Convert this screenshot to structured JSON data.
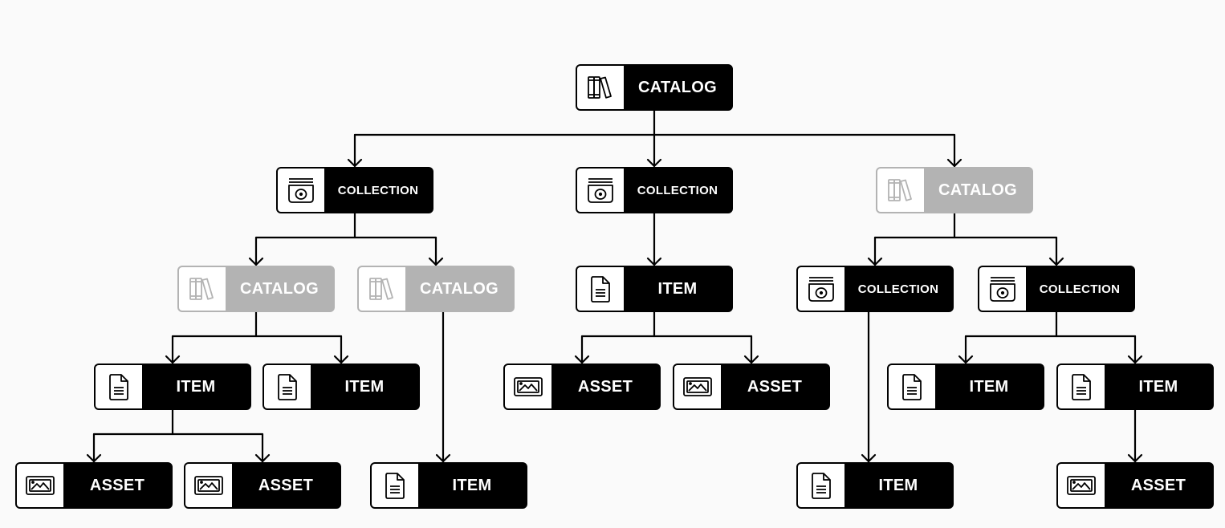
{
  "colors": {
    "active": "#000000",
    "inactive": "#b3b3b3",
    "background": "#fafafa"
  },
  "nodes": [
    {
      "id": "n1",
      "type": "catalog",
      "label": "CATALOG",
      "icon": "books-icon",
      "active": true
    },
    {
      "id": "n2",
      "type": "collection",
      "label": "COLLECTION",
      "icon": "collection-icon",
      "active": true
    },
    {
      "id": "n3",
      "type": "collection",
      "label": "COLLECTION",
      "icon": "collection-icon",
      "active": true
    },
    {
      "id": "n4",
      "type": "catalog",
      "label": "CATALOG",
      "icon": "books-icon",
      "active": false
    },
    {
      "id": "n5",
      "type": "catalog",
      "label": "CATALOG",
      "icon": "books-icon",
      "active": false
    },
    {
      "id": "n6",
      "type": "catalog",
      "label": "CATALOG",
      "icon": "books-icon",
      "active": false
    },
    {
      "id": "n7",
      "type": "item",
      "label": "ITEM",
      "icon": "document-icon",
      "active": true
    },
    {
      "id": "n8",
      "type": "collection",
      "label": "COLLECTION",
      "icon": "collection-icon",
      "active": true
    },
    {
      "id": "n9",
      "type": "collection",
      "label": "COLLECTION",
      "icon": "collection-icon",
      "active": true
    },
    {
      "id": "n10",
      "type": "item",
      "label": "ITEM",
      "icon": "document-icon",
      "active": true
    },
    {
      "id": "n11",
      "type": "item",
      "label": "ITEM",
      "icon": "document-icon",
      "active": true
    },
    {
      "id": "n12",
      "type": "asset",
      "label": "ASSET",
      "icon": "image-icon",
      "active": true
    },
    {
      "id": "n13",
      "type": "asset",
      "label": "ASSET",
      "icon": "image-icon",
      "active": true
    },
    {
      "id": "n14",
      "type": "item",
      "label": "ITEM",
      "icon": "document-icon",
      "active": true
    },
    {
      "id": "n15",
      "type": "item",
      "label": "ITEM",
      "icon": "document-icon",
      "active": true
    },
    {
      "id": "n16",
      "type": "asset",
      "label": "ASSET",
      "icon": "image-icon",
      "active": true
    },
    {
      "id": "n17",
      "type": "asset",
      "label": "ASSET",
      "icon": "image-icon",
      "active": true
    },
    {
      "id": "n18",
      "type": "item",
      "label": "ITEM",
      "icon": "document-icon",
      "active": true
    },
    {
      "id": "n19",
      "type": "item",
      "label": "ITEM",
      "icon": "document-icon",
      "active": true
    },
    {
      "id": "n20",
      "type": "asset",
      "label": "ASSET",
      "icon": "image-icon",
      "active": true
    }
  ],
  "edges": [
    {
      "from": "n1",
      "to": [
        "n2",
        "n3",
        "n6"
      ]
    },
    {
      "from": "n2",
      "to": [
        "n4",
        "n5"
      ]
    },
    {
      "from": "n3",
      "to": [
        "n7"
      ]
    },
    {
      "from": "n6",
      "to": [
        "n8",
        "n9"
      ]
    },
    {
      "from": "n4",
      "to": [
        "n10",
        "n11"
      ]
    },
    {
      "from": "n5",
      "to": [
        "n18"
      ]
    },
    {
      "from": "n7",
      "to": [
        "n12",
        "n13"
      ]
    },
    {
      "from": "n8",
      "to": [
        "n19"
      ]
    },
    {
      "from": "n9",
      "to": [
        "n14",
        "n15"
      ]
    },
    {
      "from": "n10",
      "to": [
        "n16",
        "n17"
      ]
    },
    {
      "from": "n15",
      "to": [
        "n20"
      ]
    }
  ]
}
